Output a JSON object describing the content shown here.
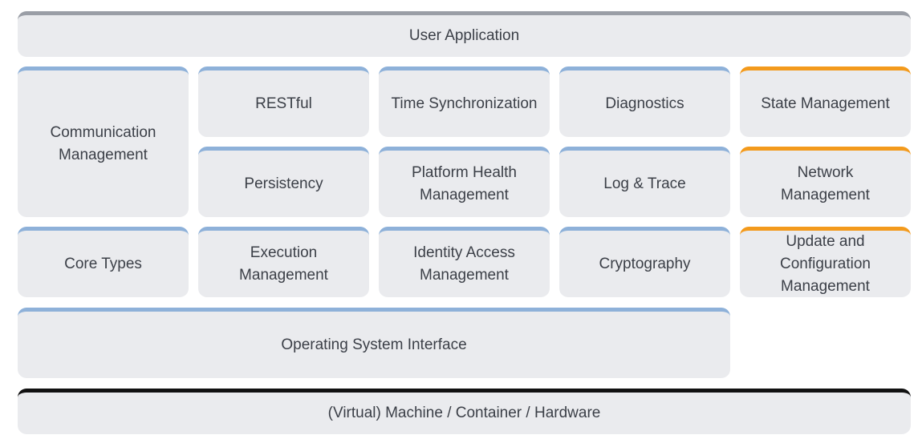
{
  "colors": {
    "box_fill": "#eaebee",
    "blue_accent": "#8eb1d9",
    "orange_accent": "#f39a1c",
    "gray_accent": "#9a9ea6",
    "black_accent": "#111111",
    "text": "#3b3f47"
  },
  "top": {
    "label": "User Application"
  },
  "communication": {
    "label": "Communication\nManagement"
  },
  "restful": {
    "label": "RESTful"
  },
  "time_sync": {
    "label": "Time Synchronization"
  },
  "diagnostics": {
    "label": "Diagnostics"
  },
  "state_mgmt": {
    "label": "State Management"
  },
  "persistency": {
    "label": "Persistency"
  },
  "platform_health": {
    "label": "Platform Health\nManagement"
  },
  "log_trace": {
    "label": "Log & Trace"
  },
  "network_mgmt": {
    "label": "Network\nManagement"
  },
  "core_types": {
    "label": "Core Types"
  },
  "execution_mgmt": {
    "label": "Execution\nManagement"
  },
  "identity_access": {
    "label": "Identity Access\nManagement"
  },
  "cryptography": {
    "label": "Cryptography"
  },
  "update_config": {
    "label": "Update and\nConfiguration\nManagement"
  },
  "os_interface": {
    "label": "Operating System Interface"
  },
  "hardware": {
    "label": "(Virtual) Machine / Container / Hardware"
  }
}
